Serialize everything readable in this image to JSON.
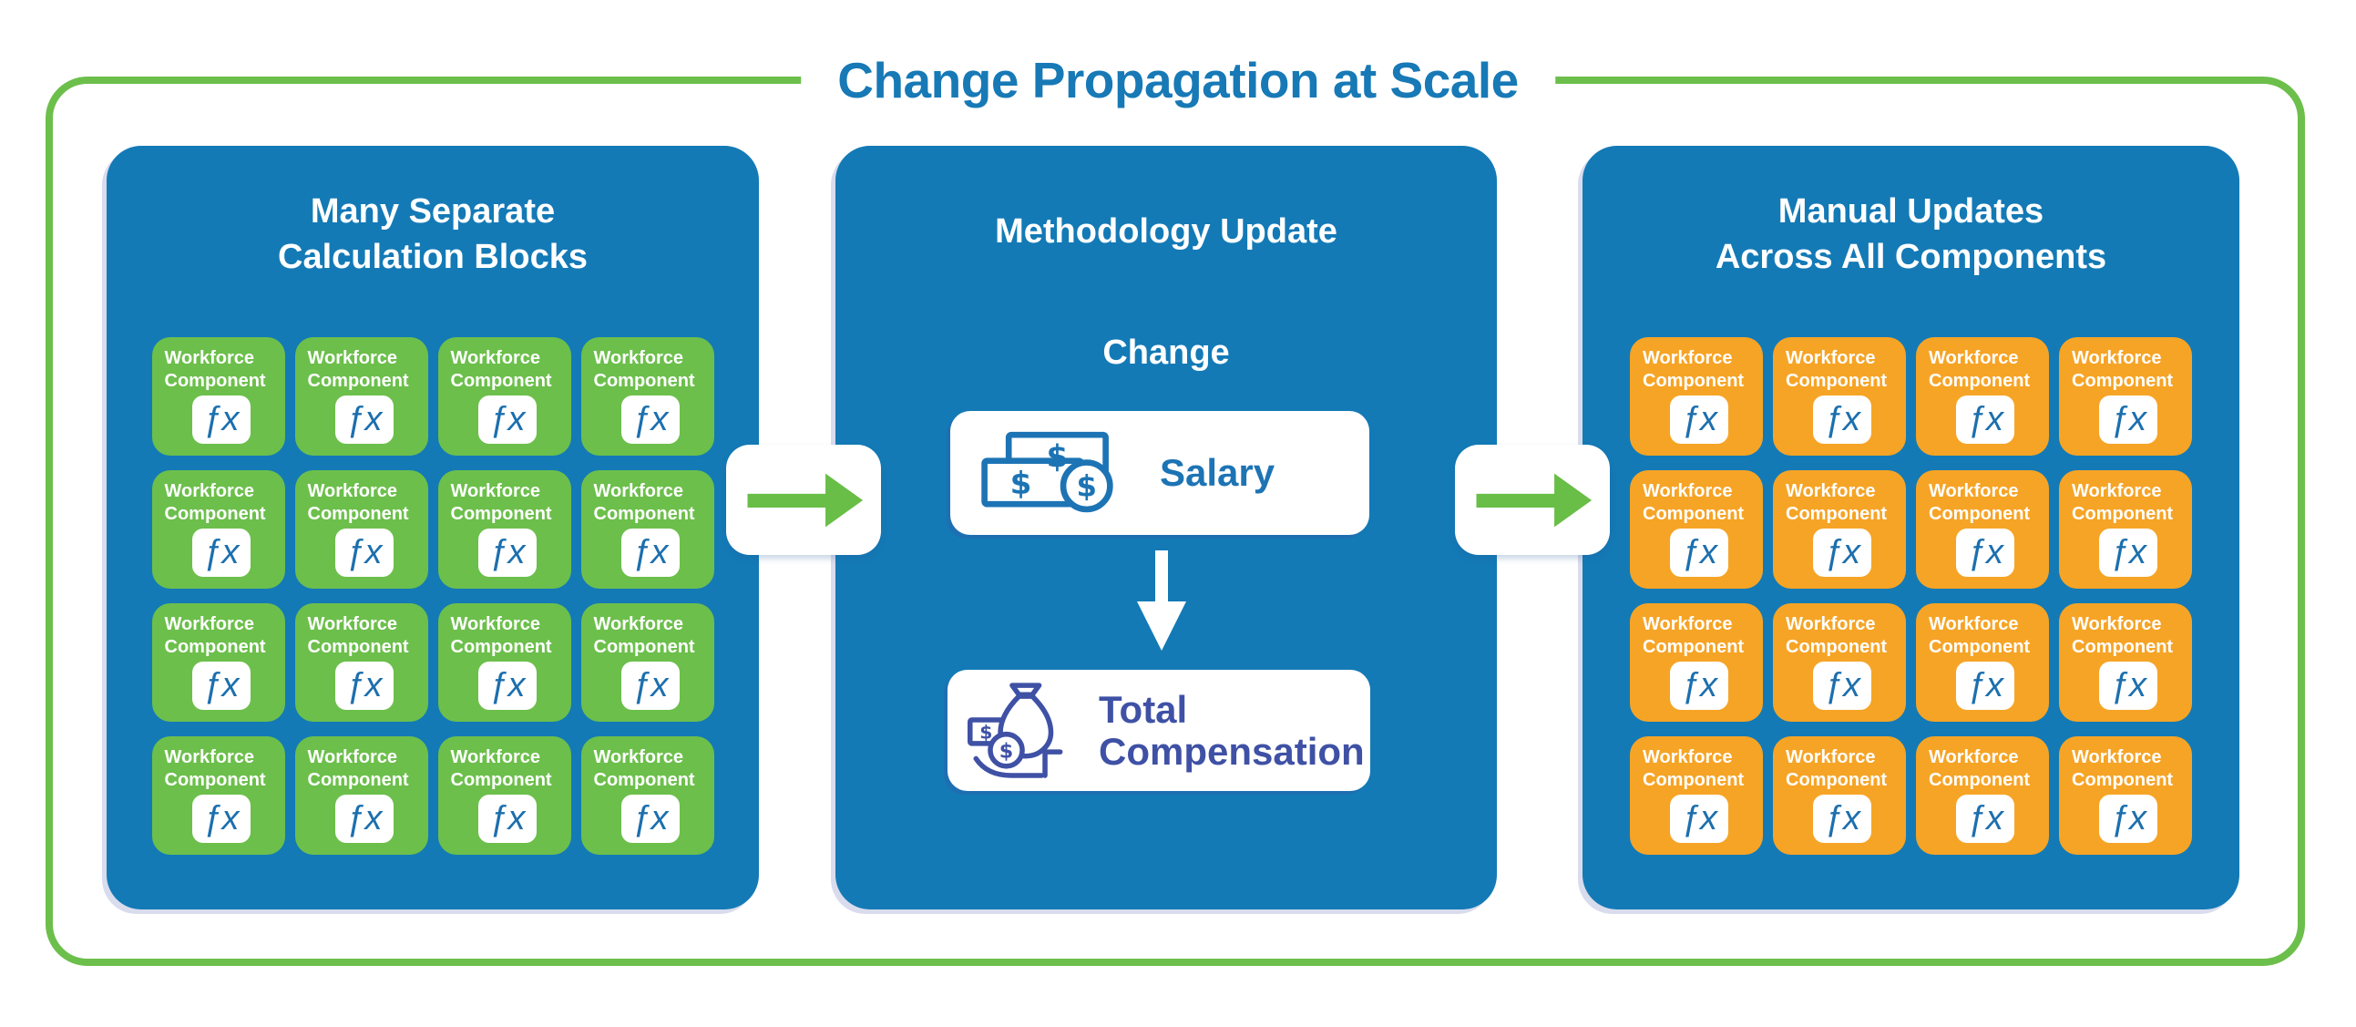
{
  "title": "Change Propagation at Scale",
  "colors": {
    "panel_blue": "#137ab6",
    "frame_green": "#6cbf4b",
    "tile_green": "#6cbf4b",
    "tile_orange": "#f6a426",
    "arrow_green": "#68be46",
    "fx_blue": "#1c6fae",
    "salary_blue": "#1d74b4",
    "total_indigo": "#3f51a5",
    "title_blue": "#1779b6"
  },
  "panels": {
    "left": {
      "title_line1": "Many Separate",
      "title_line2": "Calculation Blocks",
      "tile_count": 16,
      "tile": {
        "line1": "Workforce",
        "line2": "Component",
        "fx": "ƒx"
      }
    },
    "middle": {
      "title": "Methodology Update",
      "change_label": "Change",
      "salary": {
        "label": "Salary",
        "icon": "banknotes-coin-icon"
      },
      "total": {
        "line1": "Total",
        "line2": "Compensation",
        "icon": "moneybag-hand-icon"
      }
    },
    "right": {
      "title_line1": "Manual Updates",
      "title_line2": "Across All Components",
      "tile_count": 16,
      "tile": {
        "line1": "Workforce",
        "line2": "Component",
        "fx": "ƒx"
      }
    }
  }
}
